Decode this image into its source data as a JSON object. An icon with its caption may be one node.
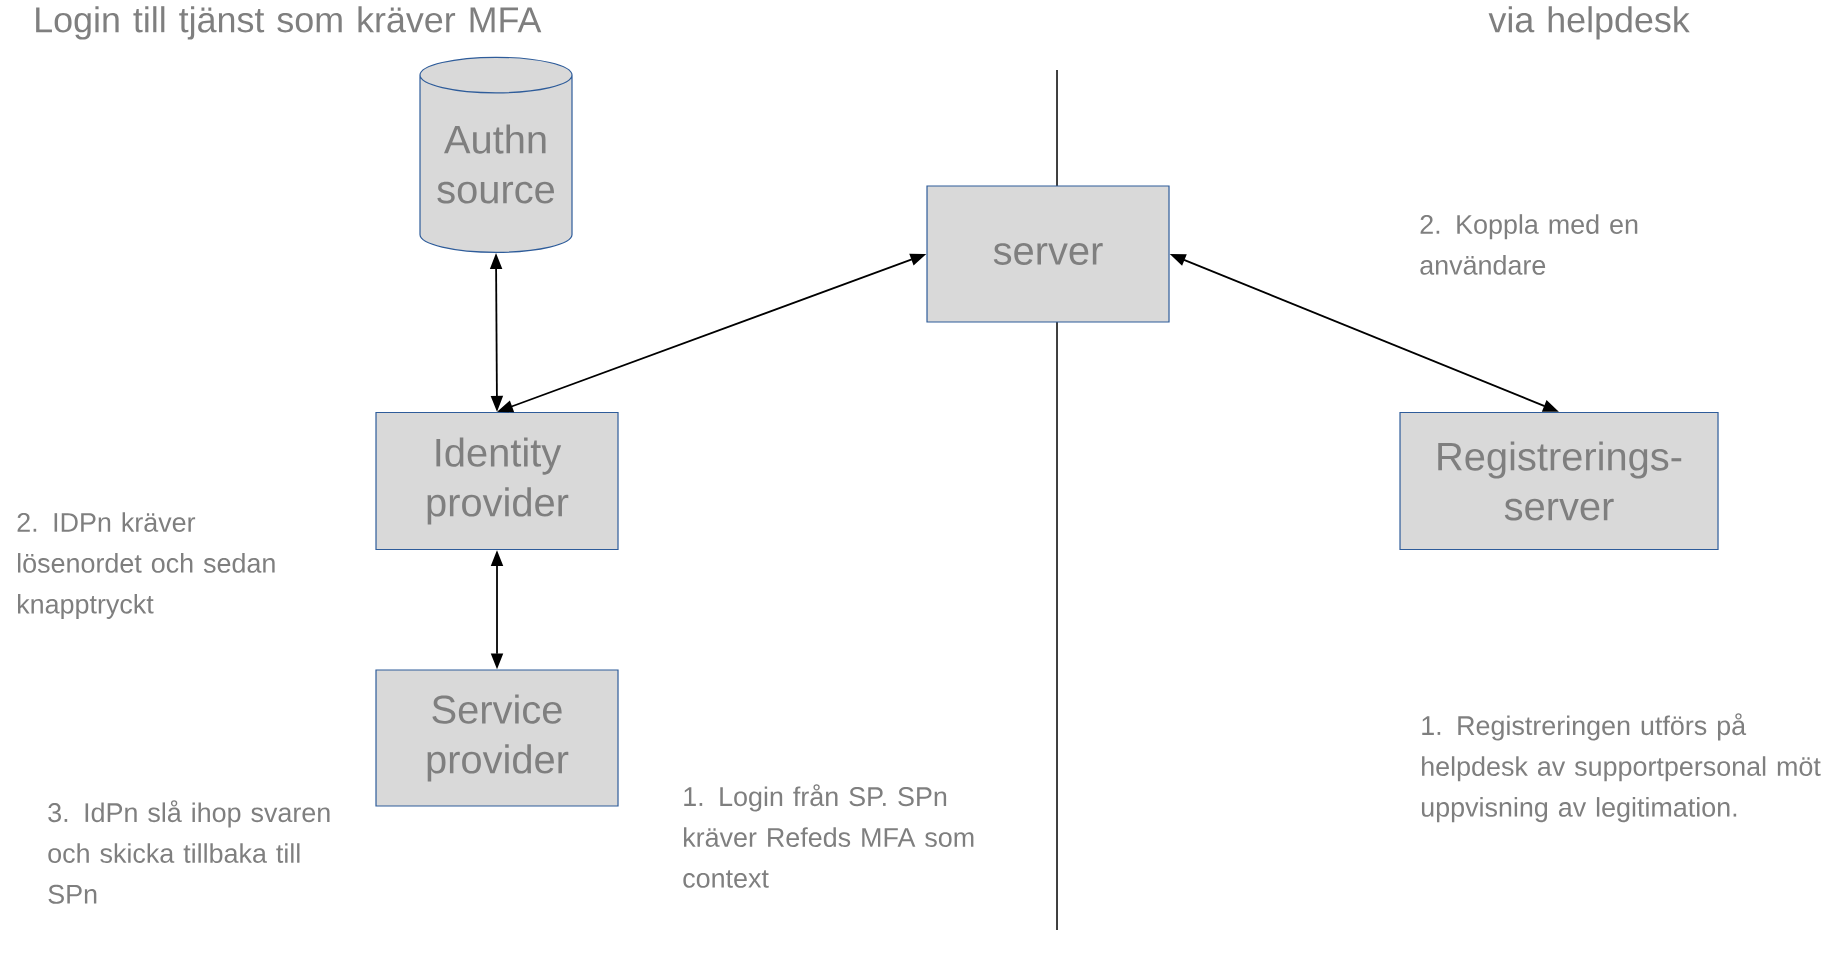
{
  "diagram": {
    "nodes": [
      {
        "text": [
          "Authn source"
        ]
      },
      {
        "text": [
          "server"
        ]
      },
      {
        "text": [
          "Identity provider"
        ]
      },
      {
        "text": [
          "Registrerings- server"
        ]
      },
      {
        "text": [
          "Service provider"
        ]
      }
    ],
    "edges": [
      {
        "from": 0,
        "to": 2,
        "arrow": "both"
      },
      {
        "from": 2,
        "to": 1,
        "arrow": "both"
      },
      {
        "from": 1,
        "to": 3,
        "arrow": "both"
      },
      {
        "from": 2,
        "to": 4,
        "arrow": "both"
      }
    ],
    "labels": [
      "Login till tjänst som kräver MFA",
      "via helpdesk",
      "2. Koppla med en användare",
      "2. IDPn kräver lösenordet och sedan knapptryckt",
      "3. IdPn slå ihop svaren och skicka tillbaka till SPn",
      "1. Login från SP. SPn kräver Refeds MFA som context",
      "1. Registreringen utförs på helpdesk av supportpersonal möt uppvisning av legitimation."
    ]
  }
}
